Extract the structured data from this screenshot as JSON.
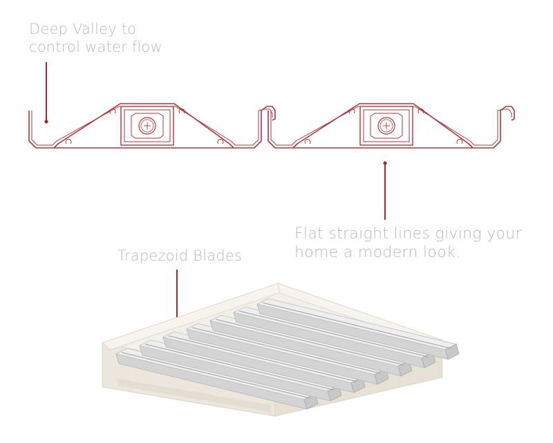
{
  "callouts": {
    "deep_valley": {
      "line1": "Deep Valley to",
      "line2": "control water flow"
    },
    "flat_lines": {
      "line1": "Flat straight lines giving your",
      "line2": "home a modern look."
    },
    "trapezoid": {
      "text": "Trapezoid Blades"
    }
  },
  "colors": {
    "profile_stroke": "#b0343c",
    "leader_line": "#a8262f",
    "label_text": "#b9b9b9",
    "frame_fill": "#efeae2",
    "blade_fill": "#dcdcdc"
  }
}
